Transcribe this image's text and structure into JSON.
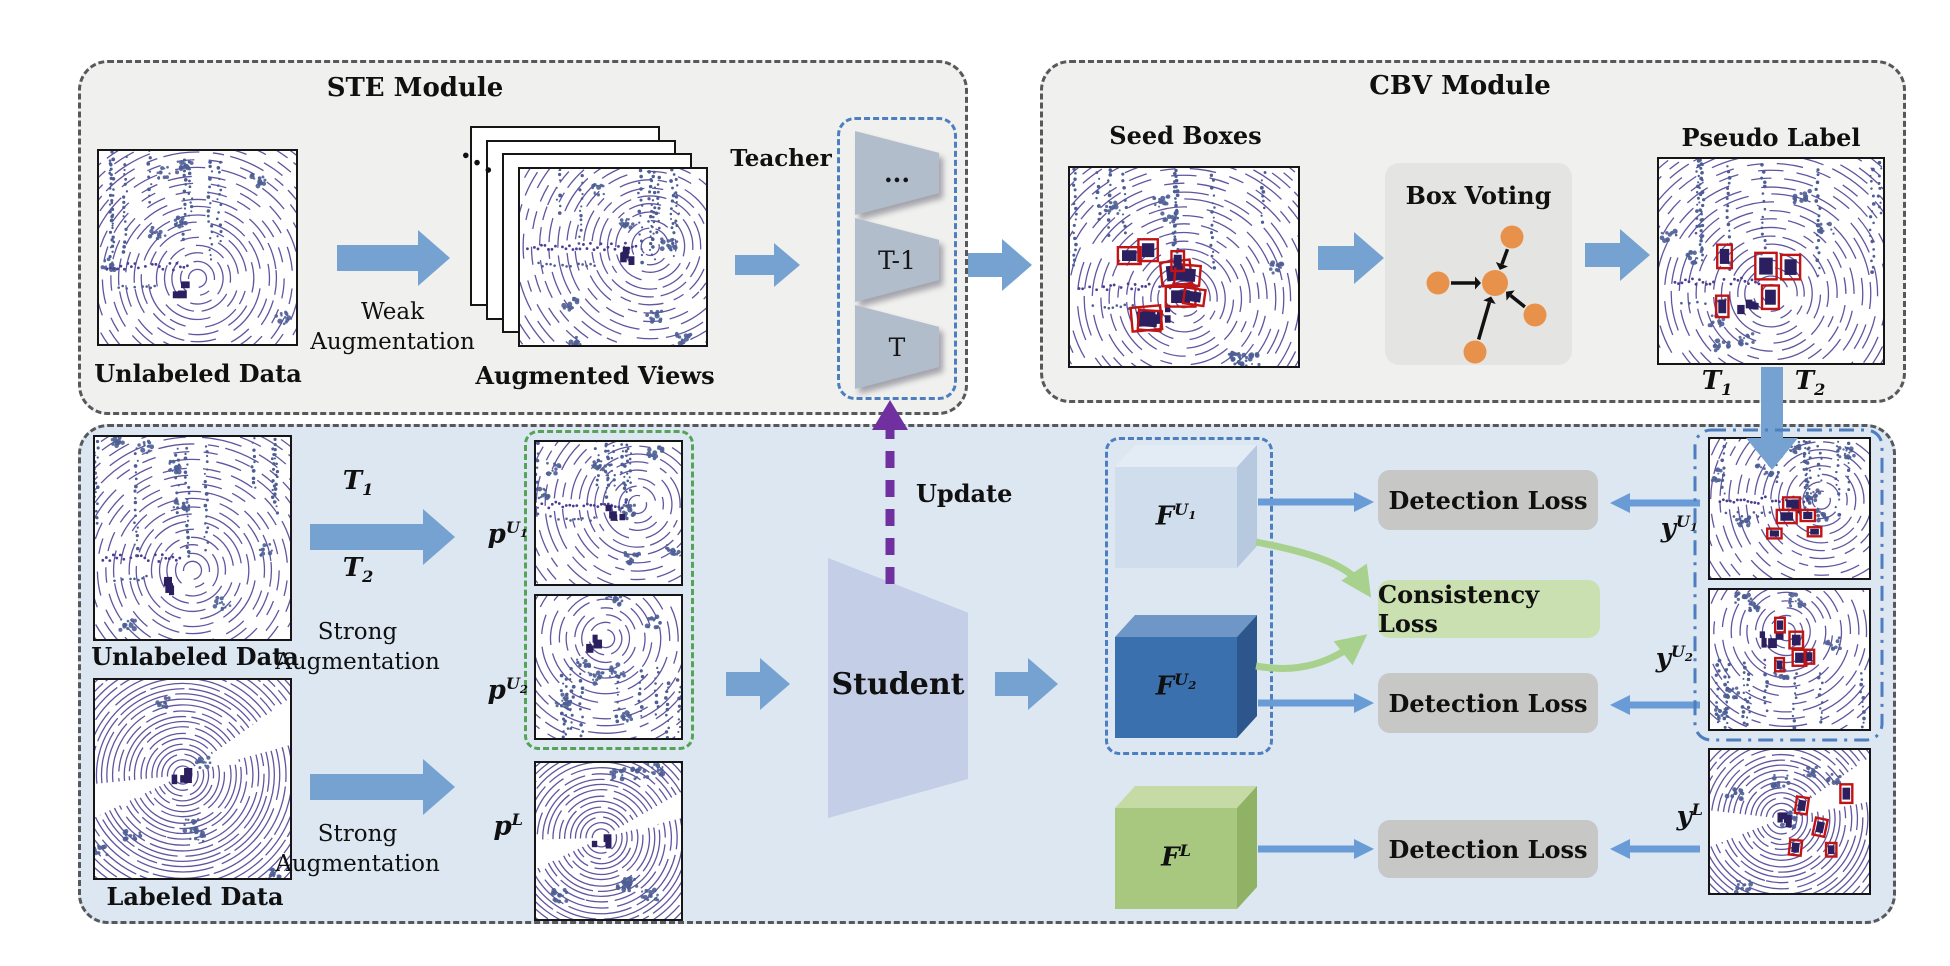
{
  "colors": {
    "block_arrow": "#76a2d2",
    "thin_arrow": "#699bd6",
    "purple": "#7130a0",
    "green_arrow": "#a9d18e",
    "orange": "#e8914a",
    "accent_blue": "#4d7ebf",
    "accent_green": "#54a356",
    "lidar_ring": "#4b3e92",
    "lidar_dot": "#4d5e94",
    "lidar_dark": "#2c1f5f",
    "red_box": "#c11414",
    "cube_u1": {
      "front": "#cfdded",
      "top": "#e3ecf5",
      "side": "#b7c9de"
    },
    "cube_u2": {
      "front": "#3b70ae",
      "top": "#6e96c6",
      "side": "#2d578c"
    },
    "cube_l": {
      "front": "#a9c87f",
      "top": "#c6daa6",
      "side": "#8fb264"
    }
  },
  "ste": {
    "title": "STE Module",
    "unlabeled_caption": "Unlabeled Data",
    "weak_aug_line1": "Weak",
    "weak_aug_line2": "Augmentation",
    "augmented_caption": "Augmented Views",
    "stack_dots": "...",
    "teacher_label": "Teacher",
    "teacher_blocks": [
      "...",
      "T-1",
      "T"
    ]
  },
  "cbv": {
    "title": "CBV Module",
    "seed_title": "Seed Boxes",
    "voting_title": "Box Voting",
    "pseudo_title": "Pseudo Label",
    "t1": {
      "base": "T",
      "sub": "1"
    },
    "t2": {
      "base": "T",
      "sub": "2"
    }
  },
  "student_area": {
    "unlabeled_caption": "Unlabeled Data",
    "labeled_caption": "Labeled Data",
    "strong_aug_line1": "Strong",
    "strong_aug_line2": "Augmentation",
    "t1": {
      "base": "T",
      "sub": "1"
    },
    "t2": {
      "base": "T",
      "sub": "2"
    },
    "student_label": "Student",
    "update_label": "Update",
    "p_u1": {
      "base": "p",
      "sup": "U",
      "supsub": "1"
    },
    "p_u2": {
      "base": "p",
      "sup": "U",
      "supsub": "2"
    },
    "p_l": {
      "base": "p",
      "sup": "L"
    },
    "f_u1": {
      "base": "F",
      "sup": "U",
      "supsub": "1"
    },
    "f_u2": {
      "base": "F",
      "sup": "U",
      "supsub": "2"
    },
    "f_l": {
      "base": "F",
      "sup": "L"
    },
    "y_u1": {
      "base": "y",
      "sup": "U",
      "supsub": "1"
    },
    "y_u2": {
      "base": "y",
      "sup": "U",
      "supsub": "2"
    },
    "y_l": {
      "base": "y",
      "sup": "L"
    },
    "detection_loss": "Detection Loss",
    "consistency_loss": "Consistency Loss"
  },
  "images": {
    "unlabeled_top": {
      "kind": "scene",
      "seed": 11
    },
    "augmented_front": {
      "kind": "front",
      "seed": 22
    },
    "seed_boxes": {
      "kind": "scene",
      "seed": 33,
      "boxes": [
        [
          0.3,
          0.36,
          0.085,
          0.11,
          0
        ],
        [
          0.21,
          0.4,
          0.1,
          0.085,
          0
        ],
        [
          0.4,
          0.47,
          0.13,
          0.12,
          -6
        ],
        [
          0.46,
          0.49,
          0.11,
          0.1,
          5
        ],
        [
          0.42,
          0.6,
          0.13,
          0.1,
          0
        ],
        [
          0.5,
          0.61,
          0.09,
          0.08,
          8
        ],
        [
          0.27,
          0.7,
          0.13,
          0.12,
          -5
        ],
        [
          0.3,
          0.72,
          0.1,
          0.1,
          4
        ],
        [
          0.445,
          0.42,
          0.055,
          0.1,
          0
        ]
      ]
    },
    "pseudo_label": {
      "kind": "scene",
      "seed": 33,
      "boxes": [
        [
          0.26,
          0.42,
          0.065,
          0.115,
          0
        ],
        [
          0.43,
          0.46,
          0.095,
          0.13,
          0
        ],
        [
          0.545,
          0.47,
          0.085,
          0.12,
          0
        ],
        [
          0.46,
          0.62,
          0.075,
          0.115,
          0
        ],
        [
          0.255,
          0.67,
          0.055,
          0.105,
          0
        ]
      ]
    },
    "unlabeled_bottom": {
      "kind": "scene",
      "seed": 11
    },
    "labeled": {
      "kind": "bev",
      "seed": 44
    },
    "p_u1": {
      "kind": "front",
      "seed": 22
    },
    "p_u2": {
      "kind": "front2",
      "seed": 55
    },
    "p_l": {
      "kind": "bev",
      "seed": 44
    },
    "y_u1": {
      "kind": "front",
      "seed": 22,
      "boxes": [
        [
          0.46,
          0.42,
          0.105,
          0.09,
          0
        ],
        [
          0.42,
          0.51,
          0.125,
          0.095,
          0
        ],
        [
          0.57,
          0.51,
          0.09,
          0.08,
          0
        ],
        [
          0.36,
          0.645,
          0.09,
          0.07,
          0
        ],
        [
          0.615,
          0.635,
          0.085,
          0.065,
          0
        ]
      ]
    },
    "y_u2": {
      "kind": "front2",
      "seed": 55,
      "boxes": [
        [
          0.41,
          0.2,
          0.06,
          0.105,
          0
        ],
        [
          0.5,
          0.3,
          0.085,
          0.12,
          0
        ],
        [
          0.52,
          0.43,
          0.085,
          0.115,
          0
        ],
        [
          0.41,
          0.49,
          0.055,
          0.095,
          0
        ],
        [
          0.595,
          0.43,
          0.06,
          0.1,
          0
        ]
      ]
    },
    "y_l": {
      "kind": "bev",
      "seed": 44,
      "boxes": [
        [
          0.54,
          0.33,
          0.075,
          0.115,
          8
        ],
        [
          0.82,
          0.24,
          0.075,
          0.13,
          0
        ],
        [
          0.655,
          0.48,
          0.075,
          0.12,
          12
        ],
        [
          0.5,
          0.63,
          0.075,
          0.105,
          6
        ],
        [
          0.73,
          0.65,
          0.065,
          0.095,
          0
        ]
      ]
    }
  }
}
